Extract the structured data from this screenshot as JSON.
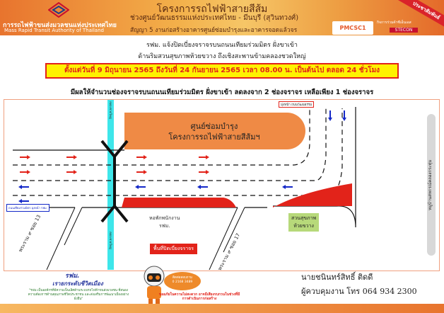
{
  "header": {
    "org_th": "การรถไฟฟ้าขนส่งมวลชนแห่งประเทศไทย",
    "org_en": "Mass Rapid Transit Authority of Thailand",
    "title": "โครงการรถไฟฟ้าสายสีส้ม",
    "subtitle": "ช่วงศูนย์วัฒนธรรมแห่งประเทศไทย - มีนบุรี (สุวินทวงศ์)",
    "contract": "สัญญา 5 งานก่อสร้างอาคารศูนย์ซ่อมบำรุงและอาคารจอดแล้วจร",
    "pmc": "PMCSC1",
    "contractor_label": "กิจการร่วมค้าซีเอ็นเอส",
    "contractor": "STECON",
    "badge": "ประชาสัมพันธ์"
  },
  "notice": {
    "line1": "รฟม. แจ้งปิดเบี่ยงจราจรบนถนนเทียมร่วมมิตร ฝั่งขาเข้า",
    "line2": "ด้านริมสวนสุขภาพห้วยขวาง ถึงเชิงสะพานข้ามคลองชวดใหญ่",
    "period": "ตั้งแต่วันที่ 9 มิถุนายน 2565 ถึงวันที่ 24 กันยายน 2565 เวลา 08.00 น. เป็นต้นไป ตลอด 24 ชั่วโมง",
    "effect": "มีผลให้จำนวนช่องจราจรบนถนนเทียมร่วมมิตร ฝั่งขาเข้า ลดลงจาก 2 ช่องจราจร เหลือเพียง 1 ช่องจราจร"
  },
  "map": {
    "depot_line1": "ศูนย์ซ่อมบำรุง",
    "depot_line2": "โครงการรถไฟฟ้าสายสีส้มฯ",
    "dorm_line1": "หอพักพนักงาน",
    "dorm_line2": "รฟม.",
    "park_line1": "สวนสุขภาพ",
    "park_line2": "ห้วยขวาง",
    "closure": "พื้นที่ปิดเบี่ยงจราจร",
    "soi13": "พระราม ๙ ซอย 13",
    "soi17": "พระราม ๙ ซอย 17",
    "canal_top": "คลองชวดใหญ่",
    "canal_bottom": "คลองชวดใหญ่",
    "direction_top": "มุ่งหน้า ถนนวัฒนธรรม",
    "direction_left": "ถนนเทียมร่วมมิตร มุ่งหน้า รฟม.",
    "village": "หมู่บ้านสหกรณ์คลองกระทุ่ม"
  },
  "footer": {
    "org": "รฟม.",
    "slogan": "เรายกระดับชีวิตเมือง",
    "quote": "\"รฟม.เป็นองค์กรที่มีความเป็นเลิศด้านระบบรถไฟฟ้าขนส่งมวลชน ที่สนองความต้องการด้านคุณภาพชีวิตประชาชน และส่งเสริมการพัฒนาเมืองอย่างยั่งยืน\"",
    "contact_label": "ติดต่อสอบถาม",
    "contact_phone": "0 2168 3489",
    "apology": "ขออภัยในความไม่สะดวก อาจมีเสียงรบกวนในช่วงที่มีการดำเนินการก่อสร้าง",
    "supervisor": "นายชนินทร์สิทธิ์ ติดดี",
    "supervisor_phone": "ผู้ควบคุมงาน โทร 064 934 2300"
  },
  "colors": {
    "accent": "#e8742e",
    "closure": "#e2231a",
    "canal": "#3ee6ea",
    "depot": "#ef8a45"
  }
}
